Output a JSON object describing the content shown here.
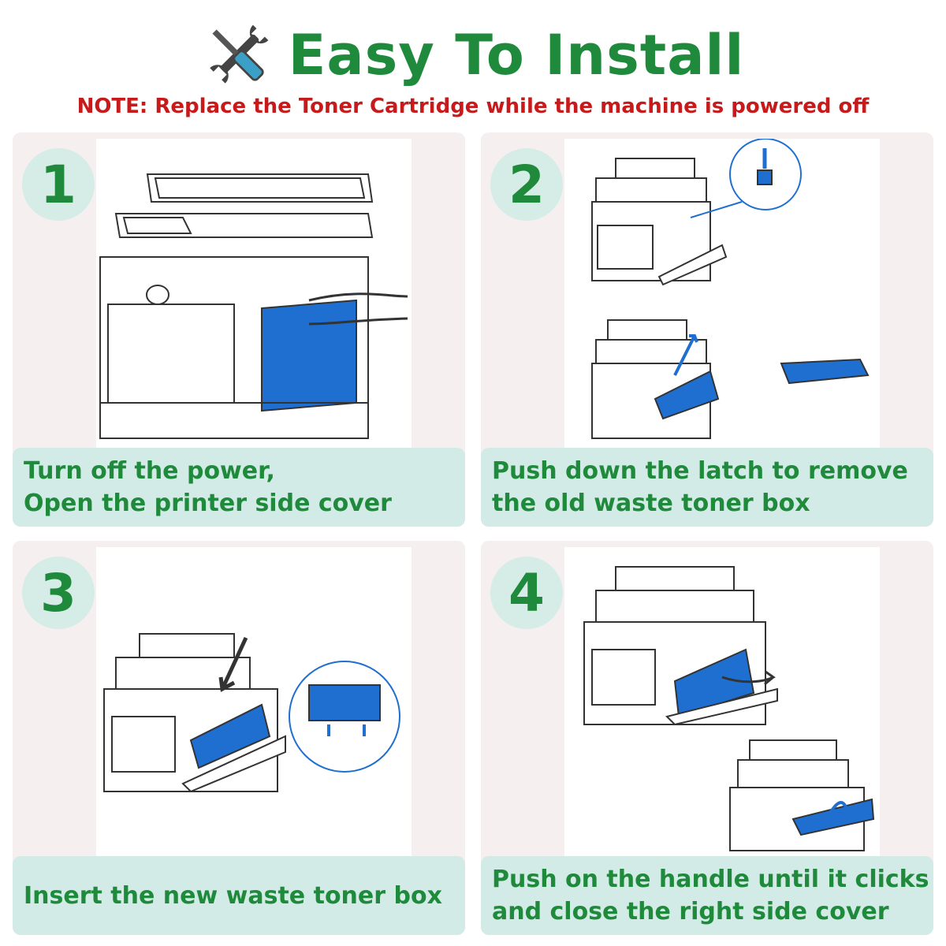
{
  "header": {
    "title": "Easy To Install",
    "note": "NOTE: Replace the Toner Cartridge while the machine is powered off",
    "title_color": "#1f8a3c",
    "note_color": "#c81a1a",
    "icon": "wrench-screwdriver-icon"
  },
  "steps": [
    {
      "number": "1",
      "caption": "Turn off the power,\nOpen the printer side cover",
      "illustration": "printer-open-side-cover"
    },
    {
      "number": "2",
      "caption": "Push down the latch to remove\nthe old waste toner box",
      "illustration": "printer-remove-waste-toner-box"
    },
    {
      "number": "3",
      "caption": "Insert the new waste toner box",
      "illustration": "printer-insert-waste-toner-box"
    },
    {
      "number": "4",
      "caption": "Push on the handle until it clicks\nand close the right side cover",
      "illustration": "printer-close-side-cover"
    }
  ],
  "colors": {
    "panel_bg": "#f5eff0",
    "caption_bg": "#d2ebe6",
    "badge_bg": "#d6ece6",
    "accent_blue": "#1f6fd1"
  }
}
